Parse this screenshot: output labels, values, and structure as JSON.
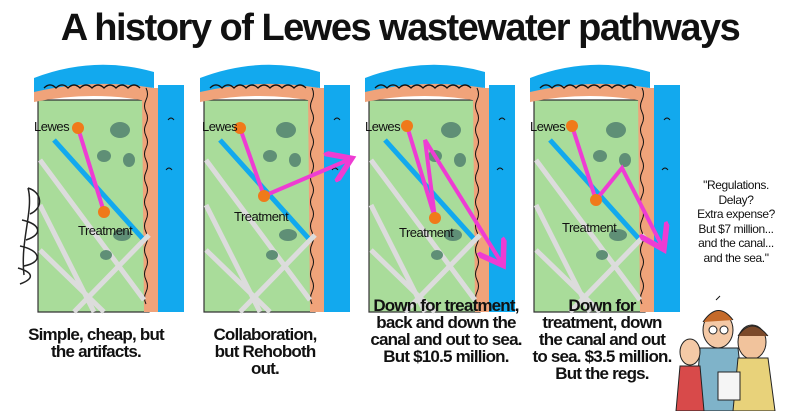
{
  "title": "A history of Lewes wastewater pathways",
  "panels": [
    {
      "town_label": "Lewes",
      "plant_label": "Treatment",
      "caption": "Simple, cheap, but the artifacts."
    },
    {
      "town_label": "Lewes",
      "plant_label": "Treatment",
      "caption": "Collaboration, but Rehoboth out."
    },
    {
      "town_label": "Lewes",
      "plant_label": "Treatment",
      "caption": "Down for treatment, back and down the canal and out to sea. But $10.5 million."
    },
    {
      "town_label": "Lewes",
      "plant_label": "Treatment",
      "caption": "Down for treatment, down the canal and out to sea. $3.5 million. But the regs."
    }
  ],
  "quote": {
    "lines": [
      "\"Regulations.",
      "Delay?",
      "Extra expense?",
      "But $7 million...",
      "and the canal...",
      "and the sea.\""
    ]
  },
  "colors": {
    "land": "#a9dc9a",
    "water": "#12a9ee",
    "beach": "#f0a37a",
    "pathway": "#ee3cd3",
    "town_marker": "#f07a1a",
    "trees": "#5f8f76",
    "roads": "#dcdcdc"
  }
}
